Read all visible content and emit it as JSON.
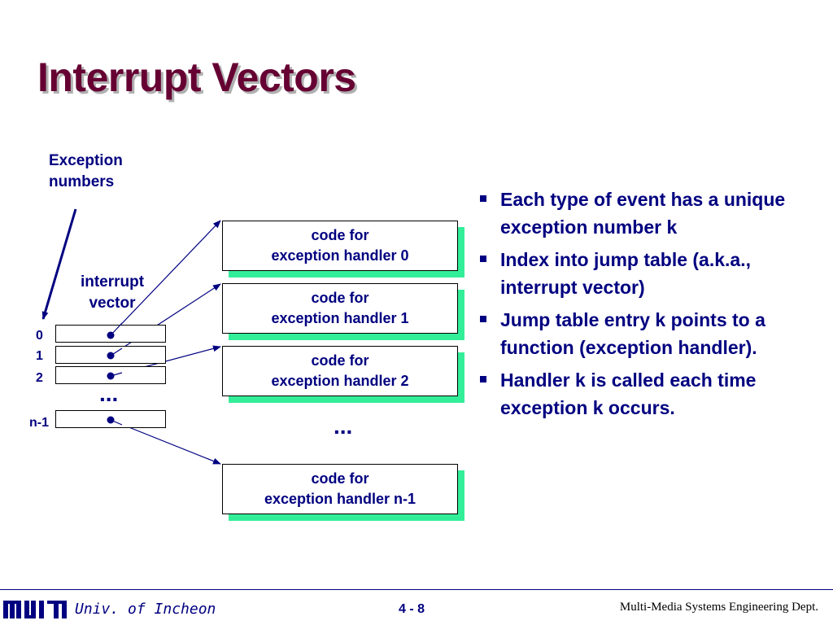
{
  "slide": {
    "title": "Interrupt Vectors"
  },
  "diagram": {
    "exception_numbers_label": [
      "Exception",
      "numbers"
    ],
    "interrupt_vector_label": [
      "interrupt",
      "vector"
    ],
    "indices": [
      "0",
      "1",
      "2",
      "n-1"
    ],
    "ellipsis_vector": "...",
    "ellipsis_handlers": "...",
    "handlers": [
      {
        "line1": "code for",
        "line2": "exception handler 0"
      },
      {
        "line1": "code for",
        "line2": "exception handler 1"
      },
      {
        "line1": "code for",
        "line2": "exception handler 2"
      },
      {
        "line1": "code for",
        "line2": "exception handler n-1"
      }
    ]
  },
  "bullets": [
    "Each type of event has a unique exception number k",
    "Index into jump table (a.k.a., interrupt vector)",
    "Jump table entry k points to a function (exception handler).",
    "Handler k is called each time exception k occurs."
  ],
  "footer": {
    "university": "Univ. of Incheon",
    "page": "4 - 8",
    "department": "Multi-Media Systems Engineering Dept."
  },
  "colors": {
    "title": "#660033",
    "text": "#000080",
    "handler_shadow": "#33ee99"
  }
}
